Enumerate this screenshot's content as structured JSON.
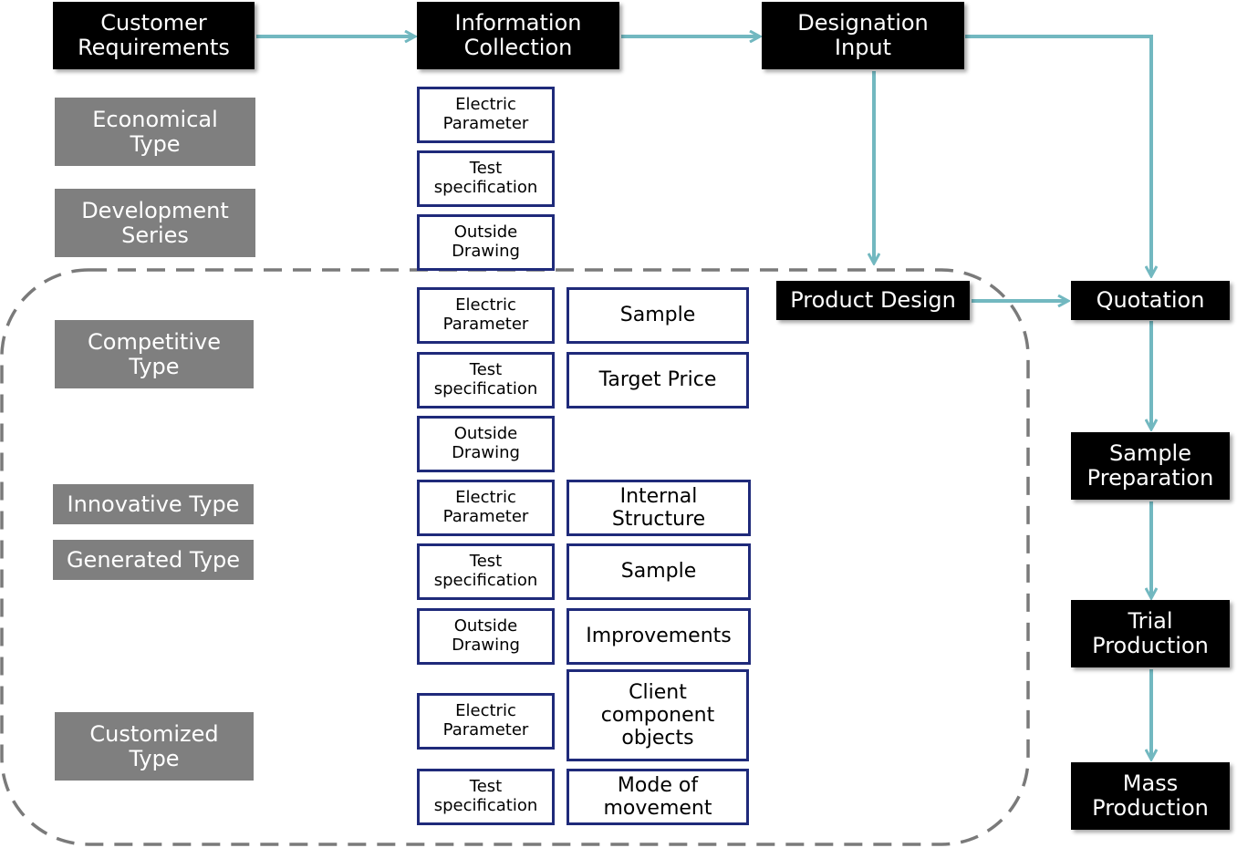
{
  "flow": {
    "customer_requirements": "Customer\nRequirements",
    "information_collection": "Information\nCollection",
    "designation_input": "Designation\nInput",
    "product_design": "Product Design",
    "quotation": "Quotation",
    "sample_preparation": "Sample\nPreparation",
    "trial_production": "Trial\nProduction",
    "mass_production": "Mass\nProduction"
  },
  "types": {
    "economical": "Economical\nType",
    "development": "Development\nSeries",
    "competitive": "Competitive\nType",
    "innovative": "Innovative Type",
    "generated": "Generated Type",
    "customized": "Customized\nType"
  },
  "info_items": [
    "Electric\nParameter",
    "Test\nspecification",
    "Outside\nDrawing",
    "Electric\nParameter",
    "Test\nspecification",
    "Outside\nDrawing",
    "Electric\nParameter",
    "Test\nspecification",
    "Outside\nDrawing",
    "Electric\nParameter",
    "Test\nspecification"
  ],
  "extra_items": [
    "Sample",
    "Target Price",
    "Internal\nStructure",
    "Sample",
    "Improvements",
    "Client\ncomponent\nobjects",
    "Mode of\nmovement"
  ],
  "colors": {
    "arrow": "#72b8c0",
    "outline": "#1f2a7a",
    "dashed": "#7a7a7a"
  }
}
